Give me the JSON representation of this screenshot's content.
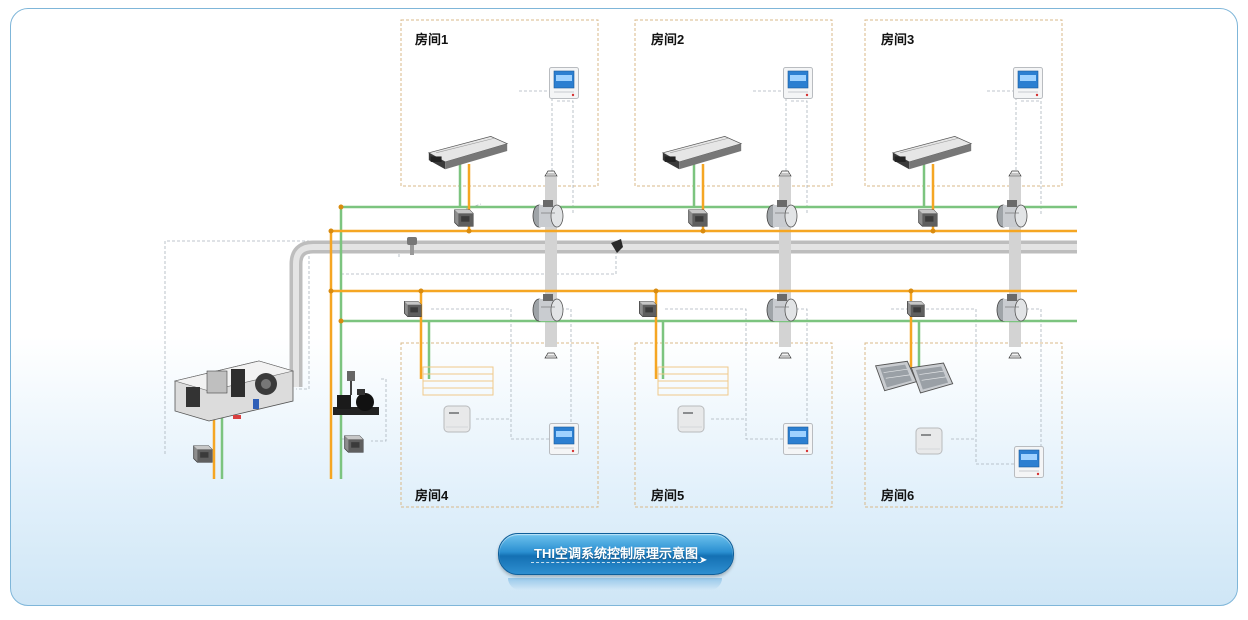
{
  "rooms": [
    {
      "label": "房间1"
    },
    {
      "label": "房间2"
    },
    {
      "label": "房间3"
    },
    {
      "label": "房间4"
    },
    {
      "label": "房间5"
    },
    {
      "label": "房间6"
    }
  ],
  "title": "THI空调系统控制原理示意图",
  "colors": {
    "frame_border": "#7fb6d9",
    "room_border": "#d9b98a",
    "pipe_orange": "#f5a623",
    "pipe_green": "#7cc47f",
    "duct_gray": "#c8c8c8",
    "control_line": "#aab4bc",
    "title_blue": "#1f82c8"
  },
  "icons": [
    "ceiling-fan-coil-unit-icon",
    "motorized-valve-actuator-icon",
    "vav-air-damper-icon",
    "air-diffuser-icon",
    "room-thermostat-panel-icon",
    "wall-humidity-sensor-icon",
    "air-handling-unit-icon",
    "water-pump-icon",
    "duct-pressure-sensor-icon",
    "ceiling-grille-icon"
  ]
}
